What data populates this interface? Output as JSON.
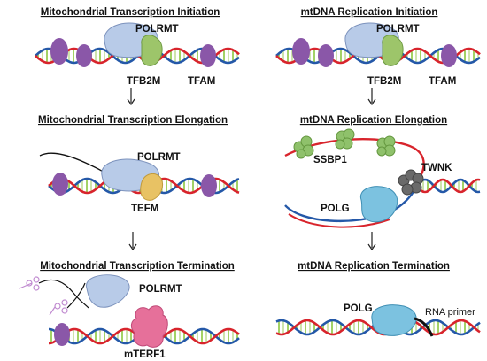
{
  "colors": {
    "strand_red": "#d8242c",
    "strand_blue": "#2458a8",
    "rung_green": "#8cc63f",
    "polrmt_blue": "#b8cbe8",
    "tfb2m_green": "#9dc56a",
    "tfam_purple": "#8a57a8",
    "tefm_yellow": "#e8c264",
    "mterf1_pink": "#e6709a",
    "ssbp1_green": "#8fc16b",
    "twnk_gray": "#6a6a6a",
    "polg_teal": "#7cc2e0"
  },
  "left": {
    "initiation": {
      "title": "Mitochondrial Transcription Initiation",
      "polrmt": "POLRMT",
      "tfb2m": "TFB2M",
      "tfam": "TFAM"
    },
    "elongation": {
      "title": "Mitochondrial Transcription Elongation",
      "polrmt": "POLRMT",
      "tefm": "TEFM"
    },
    "termination": {
      "title": "Mitochondrial Transcription Termination",
      "polrmt": "POLRMT",
      "mterf1": "mTERF1"
    }
  },
  "right": {
    "initiation": {
      "title": "mtDNA Replication Initiation",
      "polrmt": "POLRMT",
      "tfb2m": "TFB2M",
      "tfam": "TFAM"
    },
    "elongation": {
      "title": "mtDNA Replication Elongation",
      "ssbp1": "SSBP1",
      "twnk": "TWNK",
      "polg": "POLG"
    },
    "termination": {
      "title": "mtDNA Replication Termination",
      "polg": "POLG",
      "rna_primer": "RNA primer"
    }
  }
}
